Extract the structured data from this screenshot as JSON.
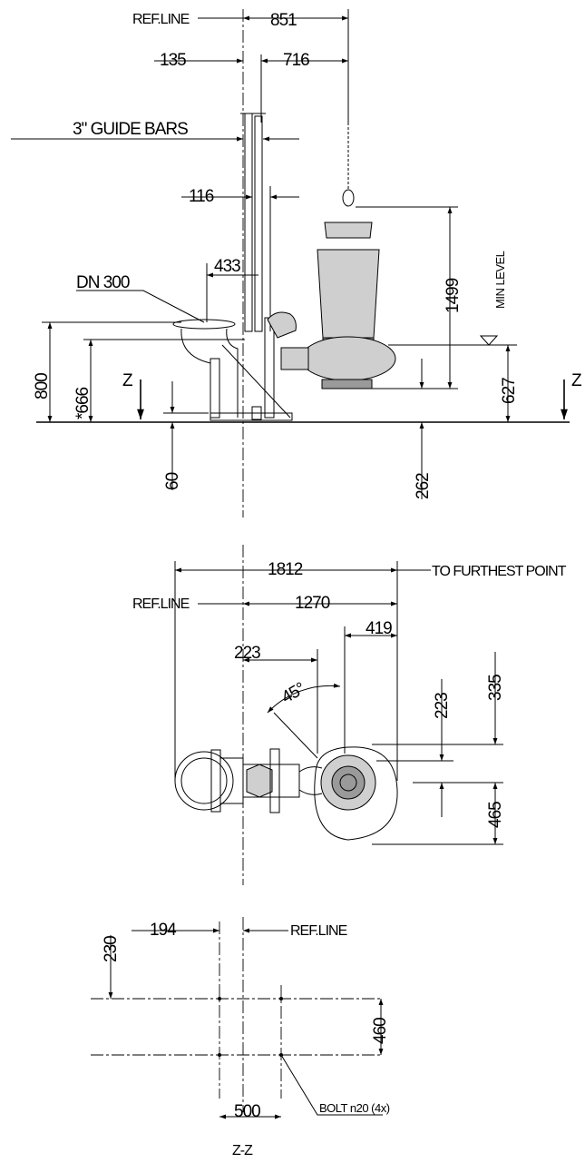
{
  "colors": {
    "line": "#000000",
    "background": "#ffffff",
    "pump_fill": "#cfcfcf"
  },
  "side_view": {
    "ref_line": "REF.LINE",
    "d_851": "851",
    "d_135": "135",
    "d_716": "716",
    "guide_bars": "3\" GUIDE BARS",
    "d_116": "116",
    "d_433": "433",
    "dn": "DN 300",
    "d_1499": "1499",
    "min_level": "MIN LEVEL",
    "d_800": "800",
    "d_666": "*666",
    "d_627": "627",
    "section_z": "Z",
    "d_60": "60",
    "d_262": "262"
  },
  "plan_view": {
    "d_1812": "1812",
    "to_furthest": "TO FURTHEST POINT",
    "ref_line": "REF.LINE",
    "d_1270": "1270",
    "d_419": "419",
    "d_223h": "223",
    "angle": "45°",
    "d_223v": "223",
    "d_335": "335",
    "d_465": "465"
  },
  "section_view": {
    "d_230": "230",
    "d_194": "194",
    "ref_line": "REF.LINE",
    "d_460": "460",
    "d_500": "500",
    "bolt": "BOLT n20 (4x)",
    "title": "Z-Z"
  }
}
